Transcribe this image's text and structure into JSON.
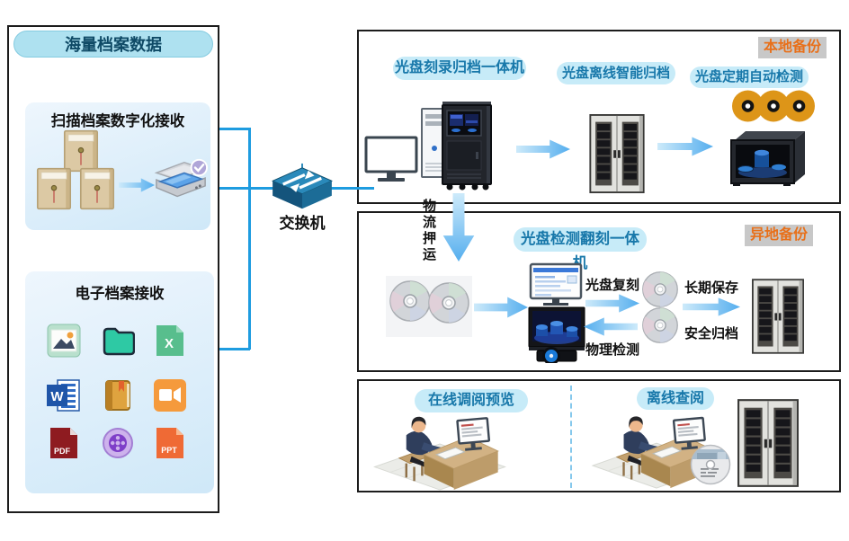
{
  "left_panel": {
    "header": "海量档案数据",
    "scan_section": {
      "title": "扫描档案数字化接收"
    },
    "electronic_section": {
      "title": "电子档案接收",
      "word_label": "W",
      "excel_label": "X",
      "pdf_label": "PDF",
      "ppt_label": "PPT"
    }
  },
  "network": {
    "switch_label": "交换机"
  },
  "local_backup": {
    "badge": "本地备份",
    "burner_title": "光盘刻录归档一体机",
    "smart_archive_title": "光盘离线智能归档",
    "auto_detect_title": "光盘定期自动检测"
  },
  "transport_label": "物流押运",
  "offsite_backup": {
    "badge": "异地备份",
    "machine_title": "光盘检测翻刻一体机",
    "duplicate_label": "光盘复刻",
    "physical_check_label": "物理检测",
    "longterm_label": "长期保存",
    "secure_archive_label": "安全归档"
  },
  "access": {
    "online_title": "在线调阅预览",
    "offline_title": "离线查阅"
  },
  "colors": {
    "connector_blue": "#1e9ce0",
    "pill_bg": "#c7ebf8",
    "pill_text": "#1878aa",
    "badge_bg": "#c8c8c8",
    "badge_text": "#e8701a",
    "header_bg": "#aee1f0",
    "header_text": "#0f4a66"
  }
}
